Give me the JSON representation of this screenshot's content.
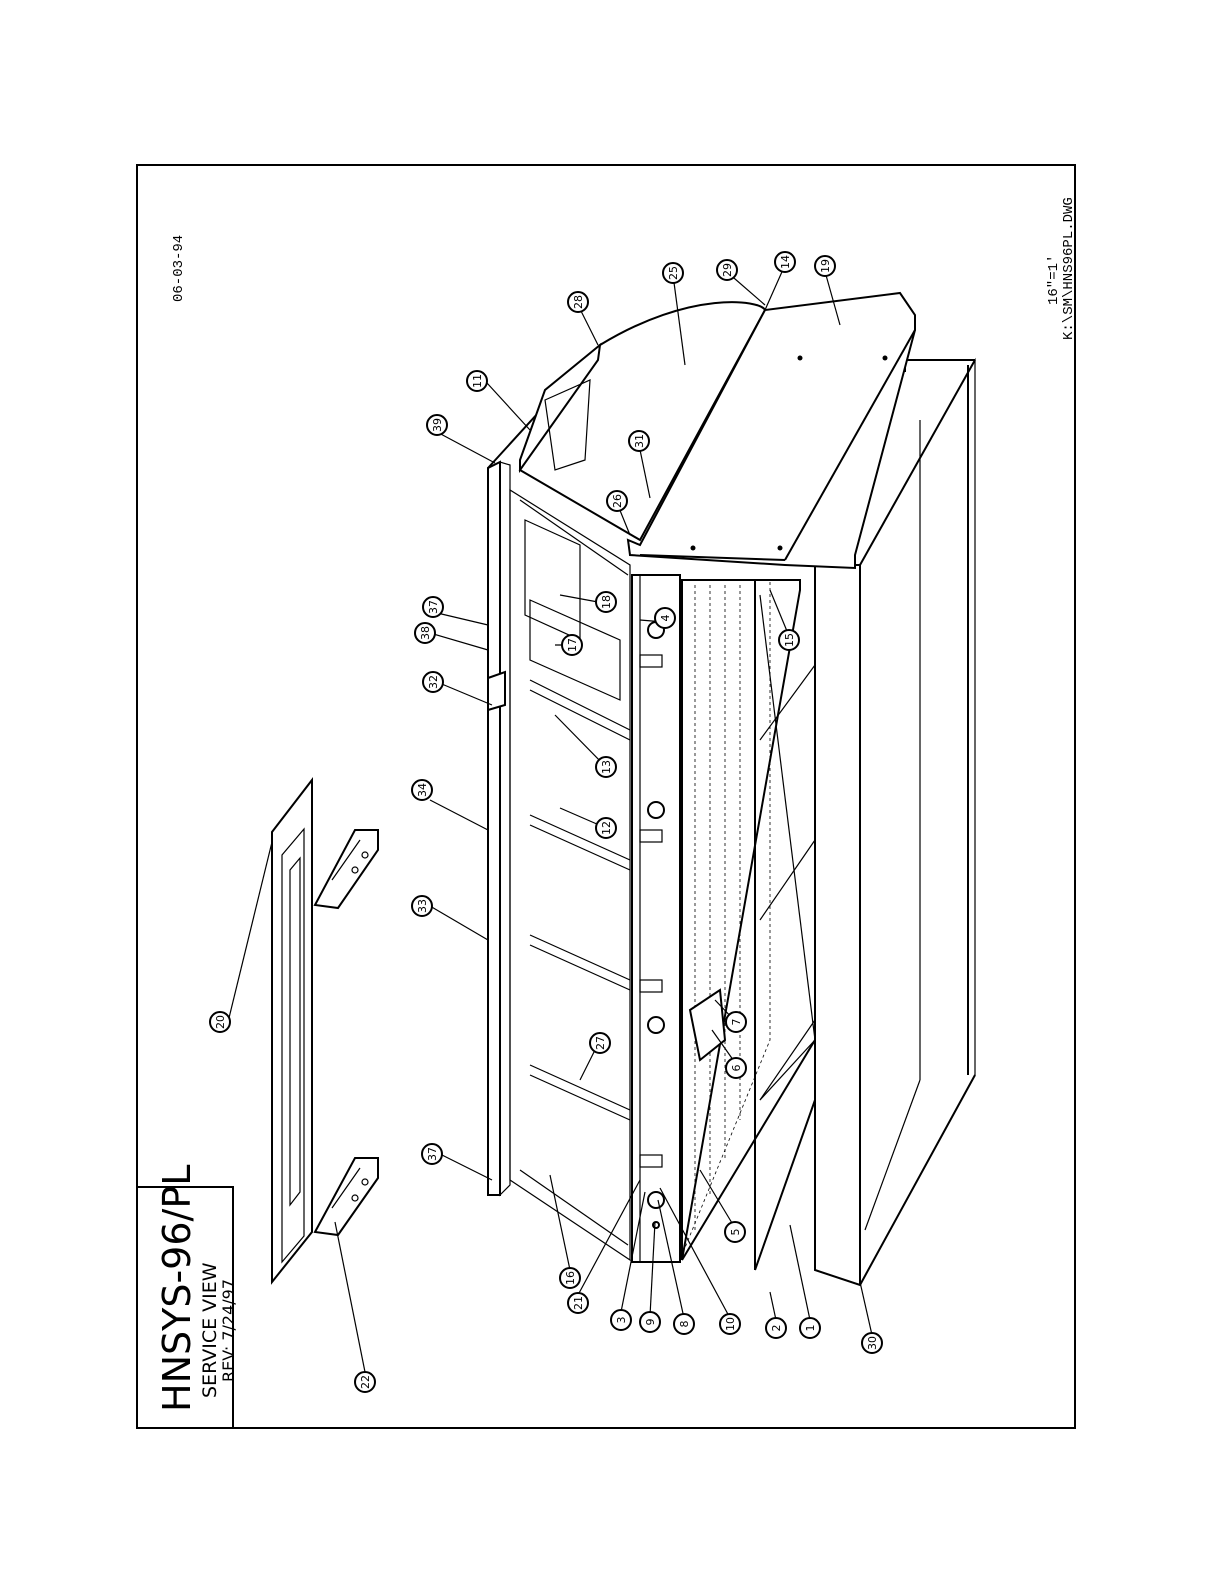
{
  "title_block": {
    "model": "HNSYS-96/PL",
    "view": "SERVICE VIEW",
    "rev": "REV: 7/24/97"
  },
  "drawing_date": "06-03-94",
  "scale": "16\"=1'",
  "file_path": "K:\\SM\\HNS96PL.DWG",
  "callouts": [
    "1",
    "2",
    "3",
    "4",
    "5",
    "6",
    "7",
    "8",
    "9",
    "10",
    "11",
    "12",
    "13",
    "14",
    "15",
    "16",
    "17",
    "18",
    "19",
    "20",
    "21",
    "22",
    "25",
    "26",
    "27",
    "28",
    "29",
    "30",
    "31",
    "32",
    "33",
    "34",
    "37",
    "37",
    "38",
    "39"
  ]
}
